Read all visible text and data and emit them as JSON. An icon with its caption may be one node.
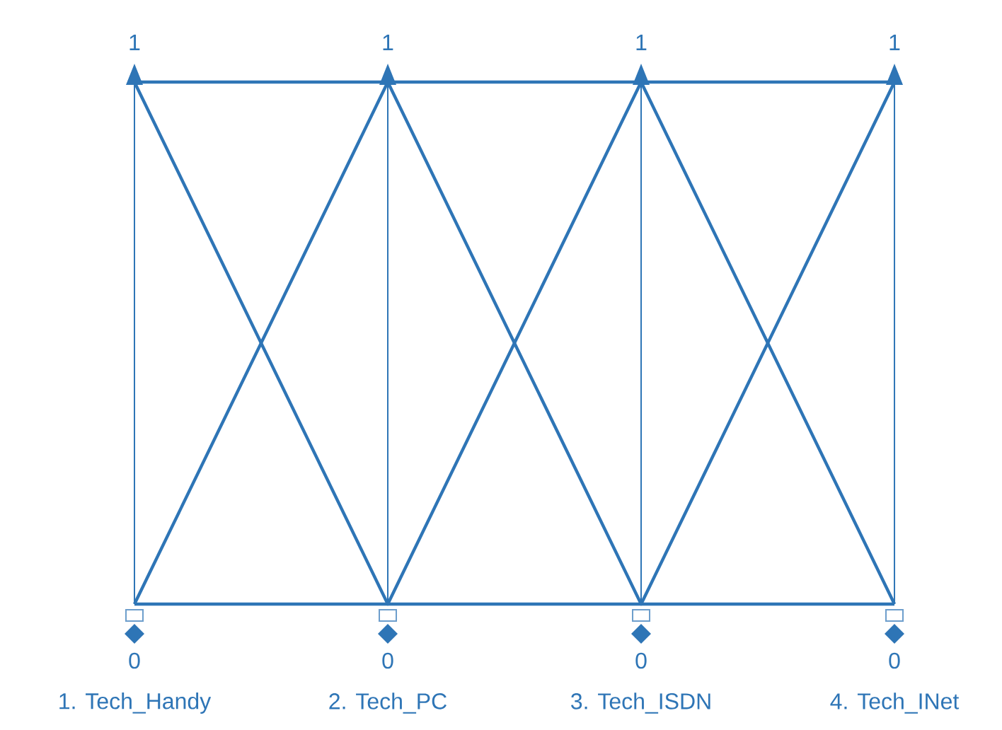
{
  "diagram": {
    "labels": [
      "1",
      "1",
      "1",
      "1",
      "0",
      "0",
      "0",
      "0",
      "1. Tech_Handy",
      "2. Tech_PC",
      "3. Tech_ISDN",
      "4. Tech_INet"
    ]
  }
}
